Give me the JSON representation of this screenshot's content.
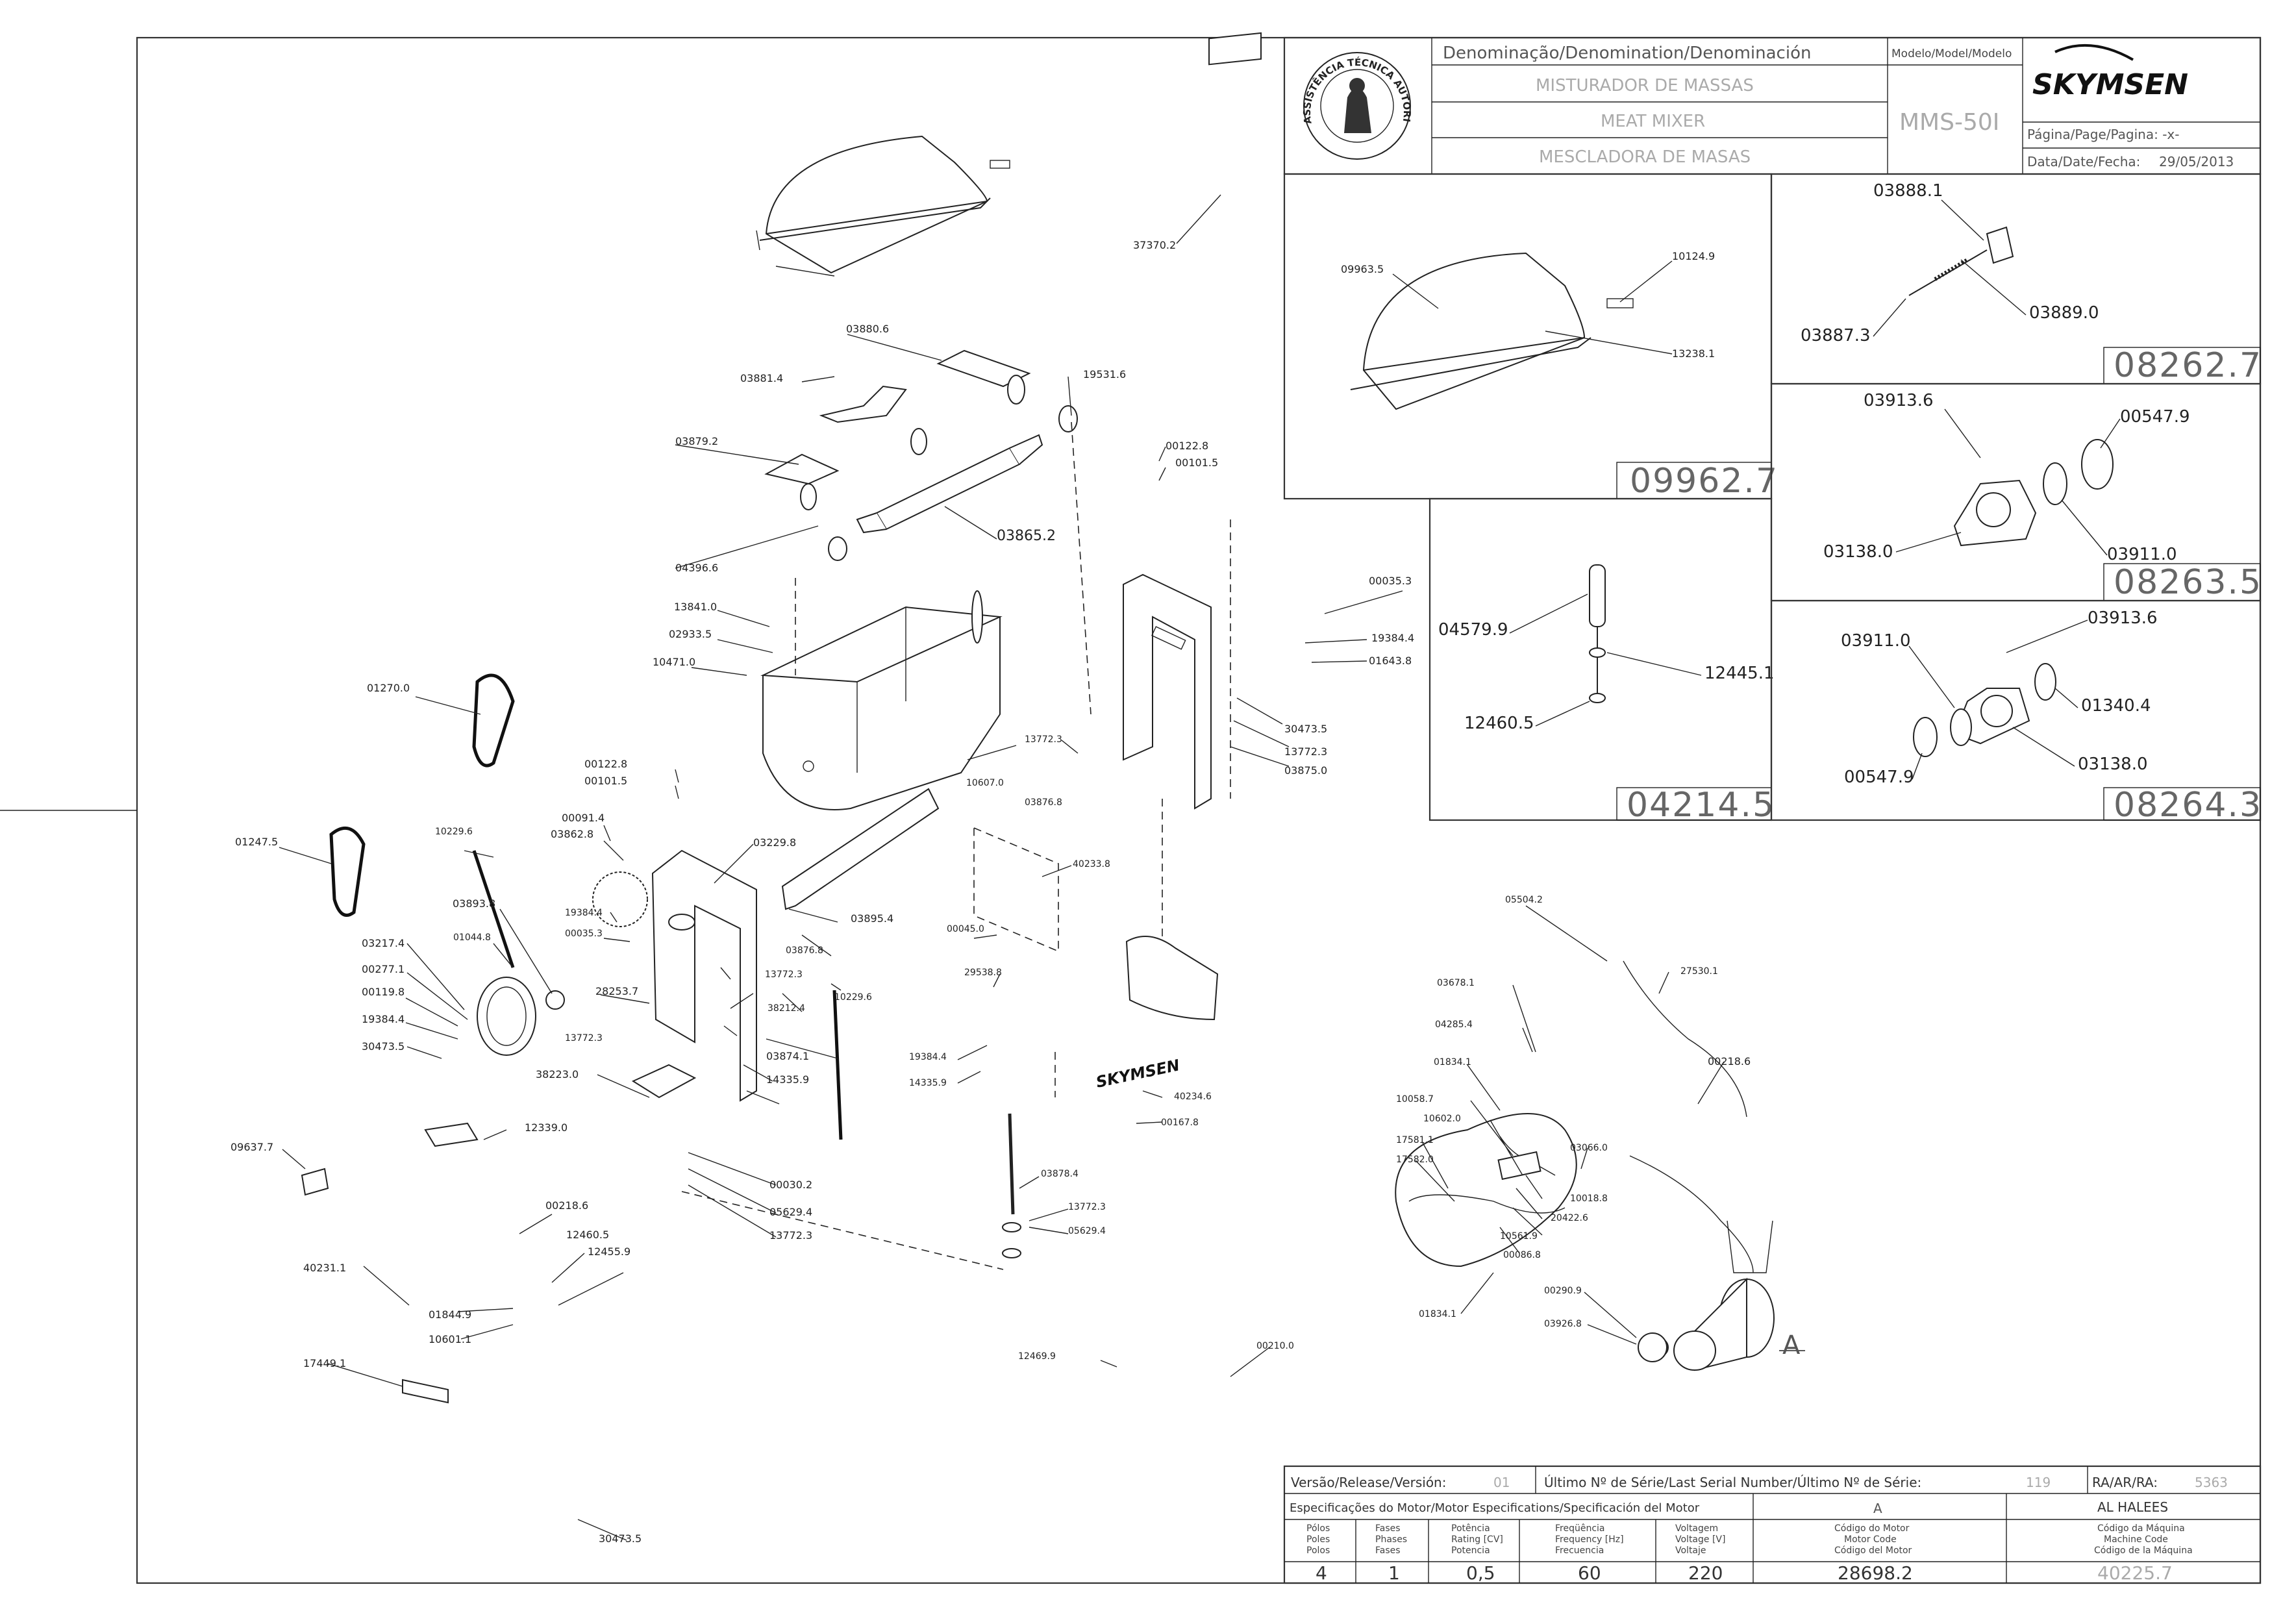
{
  "title_block": {
    "denomination_header": "Denominação/Denomination/Denominación",
    "model_header": "Modelo/Model/Modelo",
    "name_pt": "MISTURADOR DE MASSAS",
    "name_en": "MEAT MIXER",
    "name_es": "MESCLADORA DE MASAS",
    "model": "MMS-50I",
    "brand": "SKYMSEN",
    "page_label": "Página/Page/Pagina: -x-",
    "date_label": "Data/Date/Fecha:",
    "date": "29/05/2013",
    "seal_text": "ASSISTÊNCIA TÉCNICA AUTORIZADA"
  },
  "detail_boxes": [
    {
      "code": "09962.7",
      "parts": [
        "09963.5",
        "10124.9",
        "13238.1"
      ]
    },
    {
      "code": "08262.7",
      "parts": [
        "03888.1",
        "03887.3",
        "03889.0"
      ]
    },
    {
      "code": "08263.5",
      "parts": [
        "03913.6",
        "00547.9",
        "03138.0",
        "03911.0"
      ]
    },
    {
      "code": "04214.5",
      "parts": [
        "04579.9",
        "12445.1",
        "12460.5"
      ]
    },
    {
      "code": "08264.3",
      "parts": [
        "03911.0",
        "03913.6",
        "01340.4",
        "00547.9",
        "03138.0"
      ]
    }
  ],
  "callouts": [
    "37370.2",
    "03880.6",
    "03881.4",
    "19531.6",
    "03879.2",
    "04396.6",
    "03865.2",
    "00122.8",
    "00101.5",
    "13841.0",
    "02933.5",
    "10471.0",
    "00035.3",
    "19384.4",
    "01643.8",
    "01270.0",
    "30473.5",
    "13772.3",
    "03875.0",
    "13772.3",
    "00122.8",
    "00101.5",
    "10607.0",
    "03876.8",
    "10229.6",
    "00091.4",
    "03862.8",
    "03229.8",
    "01247.5",
    "40233.8",
    "03893.8",
    "19384.4",
    "00035.3",
    "03895.4",
    "01044.8",
    "00045.0",
    "03217.4",
    "00277.1",
    "03876.8",
    "13772.3",
    "00119.8",
    "28253.7",
    "38212.4",
    "19384.4",
    "30473.5",
    "13772.3",
    "10229.6",
    "29538.8",
    "03874.1",
    "14335.9",
    "19384.4",
    "38223.0",
    "14335.9",
    "40234.6",
    "00167.8",
    "12339.0",
    "09637.7",
    "03878.4",
    "00030.2",
    "05629.4",
    "13772.3",
    "13772.3",
    "05629.4",
    "00218.6",
    "12460.5",
    "12455.9",
    "40231.1",
    "01844.9",
    "10601.1",
    "17449.1",
    "12469.9",
    "00210.0",
    "30473.5",
    "05504.2",
    "27530.1",
    "03678.1",
    "04285.4",
    "00218.6",
    "01834.1",
    "10058.7",
    "10602.0",
    "03066.0",
    "17581.1",
    "17582.0",
    "10018.8",
    "20422.6",
    "10561.9",
    "00086.8",
    "01834.1",
    "00290.9",
    "03926.8",
    "A"
  ],
  "logo_text": "SKYMSEN",
  "footer": {
    "release_label": "Versão/Release/Versión:",
    "release_value": "01",
    "serial_label": "Último Nº de Série/Last Serial Number/Último Nº de Série:",
    "serial_value": "119",
    "ra_label": "RA/AR/RA:",
    "ra_value": "5363",
    "motor_spec_label": "Especificações do Motor/Motor Especifications/Specificación del Motor",
    "col_a": "A",
    "customer": "AL HALEES",
    "columns": [
      {
        "l1": "Pólos",
        "l2": "Poles",
        "l3": "Polos",
        "value": "4"
      },
      {
        "l1": "Fases",
        "l2": "Phases",
        "l3": "Fases",
        "value": "1"
      },
      {
        "l1": "Potência",
        "l2": "Rating [CV]",
        "l3": "Potencia",
        "value": "0,5"
      },
      {
        "l1": "Freqüência",
        "l2": "Frequency [Hz]",
        "l3": "Frecuencia",
        "value": "60"
      },
      {
        "l1": "Voltagem",
        "l2": "Voltage [V]",
        "l3": "Voltaje",
        "value": "220"
      },
      {
        "l1": "Código do Motor",
        "l2": "Motor Code",
        "l3": "Código del Motor",
        "value": "28698.2"
      },
      {
        "l1": "Código da Máquina",
        "l2": "Machine Code",
        "l3": "Código de la Máquina",
        "value": "40225.7"
      }
    ]
  }
}
